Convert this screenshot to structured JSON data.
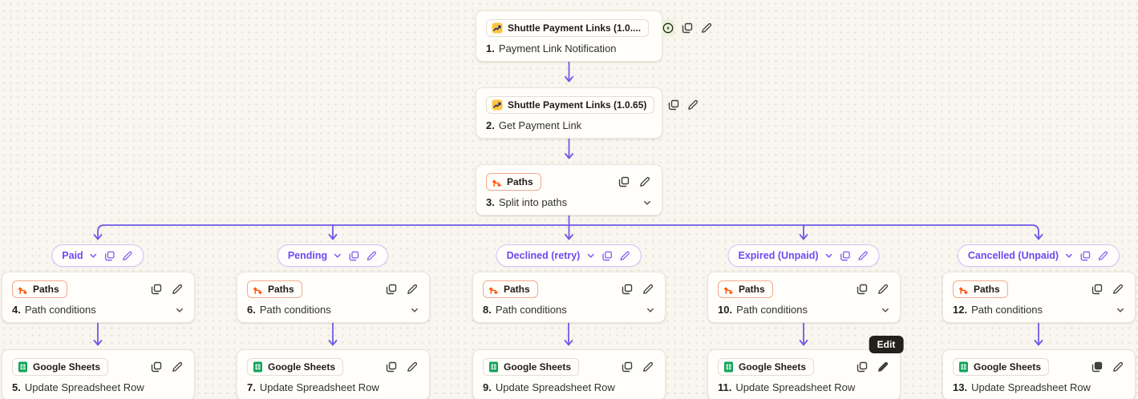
{
  "colors": {
    "accent_purple": "#6d5ae8",
    "paths_orange": "#ff4f00",
    "sheets_green": "#12a45a",
    "shuttle_yellow": "#ffc53d",
    "tooltip_bg": "#24201a",
    "canvas_bg": "#f9f6f0"
  },
  "icons": [
    "shuttle-app-icon",
    "instant-trigger-icon",
    "copy-icon",
    "edit-pencil-icon",
    "chevron-down-icon",
    "paths-icon",
    "google-sheets-icon"
  ],
  "trigger_node": {
    "app_label": "Shuttle Payment Links (1.0....",
    "step": "1.",
    "title": "Payment Link Notification"
  },
  "get_link_node": {
    "app_label": "Shuttle Payment Links (1.0.65)",
    "step": "2.",
    "title": "Get Payment Link"
  },
  "split_node": {
    "app_label": "Paths",
    "step": "3.",
    "title": "Split into paths"
  },
  "branches": [
    {
      "label": "Paid",
      "path_node": {
        "app_label": "Paths",
        "step": "4.",
        "title": "Path conditions"
      },
      "sheet_node": {
        "app_label": "Google Sheets",
        "step": "5.",
        "title": "Update Spreadsheet Row"
      }
    },
    {
      "label": "Pending",
      "path_node": {
        "app_label": "Paths",
        "step": "6.",
        "title": "Path conditions"
      },
      "sheet_node": {
        "app_label": "Google Sheets",
        "step": "7.",
        "title": "Update Spreadsheet Row"
      }
    },
    {
      "label": "Declined (retry)",
      "path_node": {
        "app_label": "Paths",
        "step": "8.",
        "title": "Path conditions"
      },
      "sheet_node": {
        "app_label": "Google Sheets",
        "step": "9.",
        "title": "Update Spreadsheet Row"
      }
    },
    {
      "label": "Expired (Unpaid)",
      "path_node": {
        "app_label": "Paths",
        "step": "10.",
        "title": "Path conditions"
      },
      "sheet_node": {
        "app_label": "Google Sheets",
        "step": "11.",
        "title": "Update Spreadsheet Row"
      }
    },
    {
      "label": "Cancelled (Unpaid)",
      "path_node": {
        "app_label": "Paths",
        "step": "12.",
        "title": "Path conditions"
      },
      "sheet_node": {
        "app_label": "Google Sheets",
        "step": "13.",
        "title": "Update Spreadsheet Row"
      }
    }
  ],
  "tooltip": {
    "label": "Edit"
  }
}
